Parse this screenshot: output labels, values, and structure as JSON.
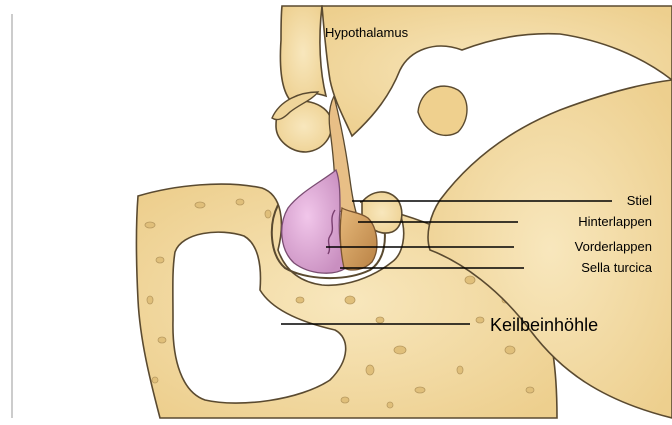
{
  "labels": {
    "hypothalamus": "Hypothalamus",
    "stiel": "Stiel",
    "hinterlappen": "Hinterlappen",
    "vorderlappen": "Vorderlappen",
    "sella_turcica": "Sella turcica",
    "keilbeinhoehle": "Keilbeinhöhle"
  },
  "colors": {
    "bone": "#f3dca6",
    "bone_outline": "#5a4a30",
    "anterior_lobe": "#e2a9d6",
    "posterior_lobe": "#d4a264",
    "sinus": "#ffffff",
    "background": "#ffffff"
  }
}
